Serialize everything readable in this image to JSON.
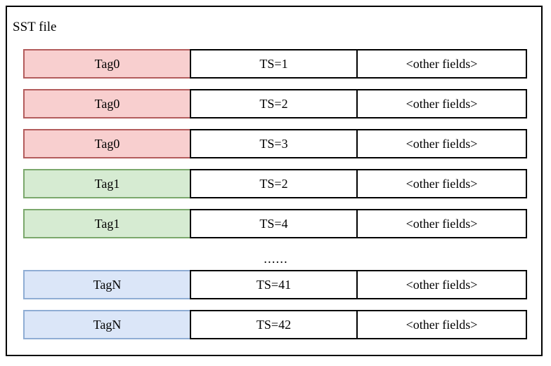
{
  "diagram": {
    "title": "SST file",
    "columns": [
      "tag",
      "timestamp",
      "other"
    ],
    "ellipsis": "......",
    "colors": {
      "pink_fill": "#f8cfcf",
      "pink_border": "#b35c5c",
      "green_fill": "#d6ebd2",
      "green_border": "#7ba86c",
      "blue_fill": "#dbe6f8",
      "blue_border": "#8fadd4",
      "plain_border": "#000000",
      "box_border": "#000000",
      "background": "#ffffff"
    },
    "rows": [
      {
        "tag": "Tag0",
        "ts": "TS=1",
        "other": "<other fields>",
        "color": "pink"
      },
      {
        "tag": "Tag0",
        "ts": "TS=2",
        "other": "<other fields>",
        "color": "pink"
      },
      {
        "tag": "Tag0",
        "ts": "TS=3",
        "other": "<other fields>",
        "color": "pink"
      },
      {
        "tag": "Tag1",
        "ts": "TS=2",
        "other": "<other fields>",
        "color": "green"
      },
      {
        "tag": "Tag1",
        "ts": "TS=4",
        "other": "<other fields>",
        "color": "green"
      },
      {
        "tag": "TagN",
        "ts": "TS=41",
        "other": "<other fields>",
        "color": "blue"
      },
      {
        "tag": "TagN",
        "ts": "TS=42",
        "other": "<other fields>",
        "color": "blue"
      }
    ]
  }
}
